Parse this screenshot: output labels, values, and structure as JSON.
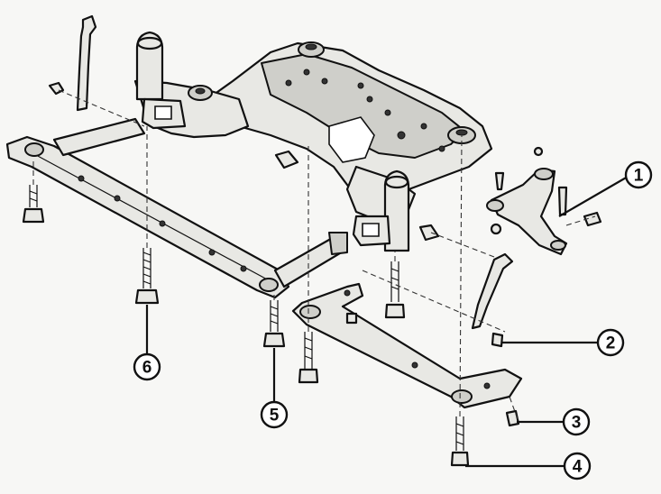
{
  "diagram": {
    "callouts": [
      {
        "number": "1"
      },
      {
        "number": "2"
      },
      {
        "number": "3"
      },
      {
        "number": "4"
      },
      {
        "number": "5"
      },
      {
        "number": "6"
      }
    ]
  },
  "colors": {
    "ink": "#111111",
    "paper": "#f7f7f5",
    "metal": "#e8e8e4"
  }
}
